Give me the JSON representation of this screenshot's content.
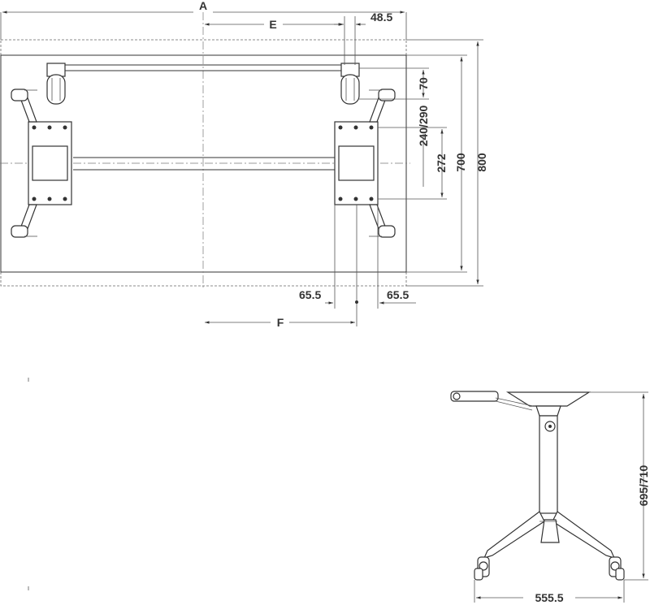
{
  "top_view": {
    "label_A": "A",
    "label_E": "E",
    "label_F": "F",
    "dim_48_5": "48.5",
    "dim_70": "70",
    "dim_240_290": "240/290",
    "dim_272": "272",
    "dim_700": "700",
    "dim_800": "800",
    "dim_65_5_left": "65.5",
    "dim_65_5_right": "65.5"
  },
  "side_view": {
    "dim_height": "695/710",
    "dim_width": "555.5"
  },
  "colors": {
    "line": "#333333",
    "background": "#ffffff"
  }
}
